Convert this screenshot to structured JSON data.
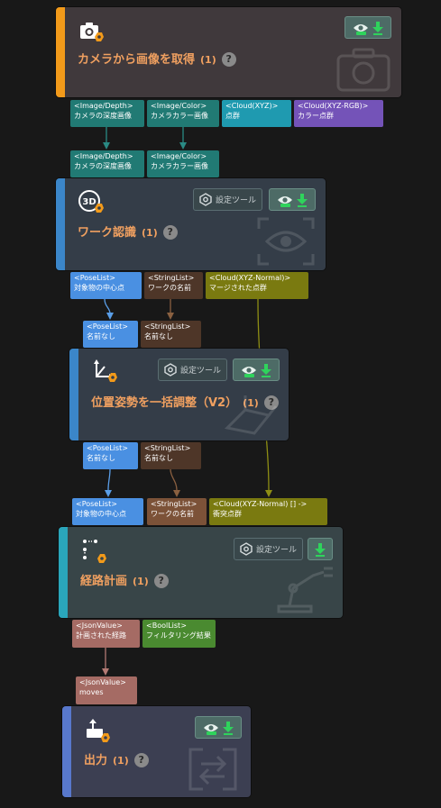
{
  "colors": {
    "canvas": "#181818",
    "edge_teal": "#2a8a84",
    "edge_blue": "#5a9ee8",
    "edge_brown": "#8a6040",
    "edge_olive": "#8e8e14",
    "edge_rose": "#b37a74",
    "title_orange": "#f0a060"
  },
  "nodes": {
    "capture": {
      "title": "カメラから画像を取得",
      "count": "(1)",
      "help": "?",
      "icon": "camera-icon",
      "bg_icon": "camera-icon"
    },
    "recognition": {
      "title": "ワーク認識",
      "count": "(1)",
      "help": "?",
      "config": "設定ツール",
      "icon": "3d-recognition-icon",
      "bg_icon": "eye-icon"
    },
    "pose_adjust": {
      "title": "位置姿勢を一括調整（V2）",
      "count": "(1)",
      "help": "?",
      "config": "設定ツール",
      "icon": "axes-icon",
      "bg_icon": "pose-icon"
    },
    "path_planning": {
      "title": "経路計画",
      "count": "(1)",
      "help": "?",
      "config": "設定ツール",
      "icon": "path-points-icon",
      "bg_icon": "robot-arm-icon"
    },
    "output": {
      "title": "出力",
      "count": "(1)",
      "help": "?",
      "icon": "output-icon",
      "bg_icon": "export-icon"
    }
  },
  "ports": {
    "capture_out": [
      {
        "type": "<Image/Depth>",
        "name": "カメラの深度画像"
      },
      {
        "type": "<Image/Color>",
        "name": "カメラカラー画像"
      },
      {
        "type": "<Cloud(XYZ)>",
        "name": "点群"
      },
      {
        "type": "<Cloud(XYZ-RGB)>",
        "name": "カラー点群"
      }
    ],
    "recognition_in": [
      {
        "type": "<Image/Depth>",
        "name": "カメラの深度画像"
      },
      {
        "type": "<Image/Color>",
        "name": "カメラカラー画像"
      }
    ],
    "recognition_out": [
      {
        "type": "<PoseList>",
        "name": "対象物の中心点"
      },
      {
        "type": "<StringList>",
        "name": "ワークの名前"
      },
      {
        "type": "<Cloud(XYZ-Normal)>",
        "name": "マージされた点群"
      }
    ],
    "pose_adjust_in": [
      {
        "type": "<PoseList>",
        "name": "名前なし"
      },
      {
        "type": "<StringList>",
        "name": "名前なし"
      }
    ],
    "pose_adjust_out": [
      {
        "type": "<PoseList>",
        "name": "名前なし"
      },
      {
        "type": "<StringList>",
        "name": "名前なし"
      }
    ],
    "path_planning_in": [
      {
        "type": "<PoseList>",
        "name": "対象物の中心点"
      },
      {
        "type": "<StringList>",
        "name": "ワークの名前"
      },
      {
        "type": "<Cloud(XYZ-Normal) [] ->",
        "name": "衝突点群"
      }
    ],
    "path_planning_out": [
      {
        "type": "<JsonValue>",
        "name": "計画された経路"
      },
      {
        "type": "<BoolList>",
        "name": "フィルタリング結果"
      }
    ],
    "output_in": [
      {
        "type": "<JsonValue>",
        "name": "moves"
      }
    ]
  }
}
